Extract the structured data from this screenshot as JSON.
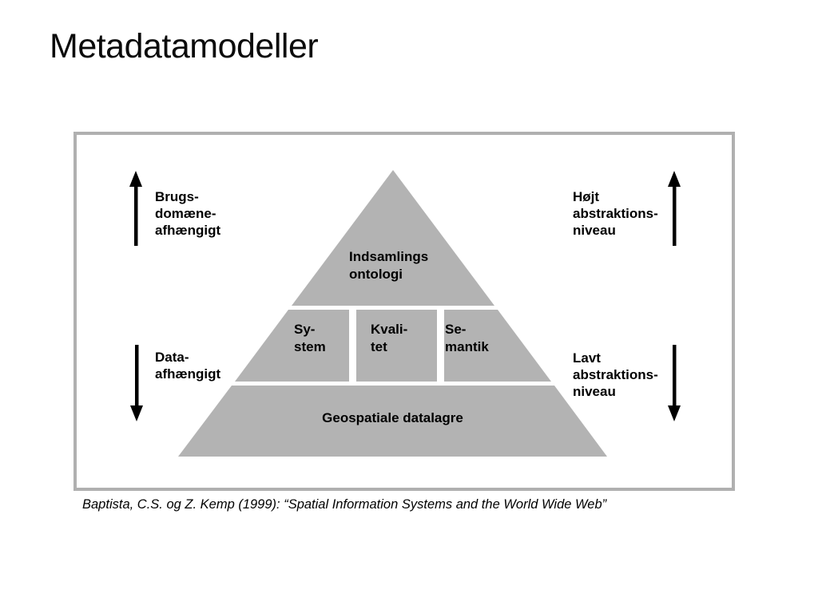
{
  "slide": {
    "title": "Metadatamodeller",
    "citation": "Baptista, C.S. og Z. Kemp (1999): “Spatial Information Systems and the World Wide Web”"
  },
  "annotations": {
    "left_top": "Brugs-\ndomæne-\nafhængigt",
    "left_bottom": "Data-\nafhængigt",
    "right_top": "Højt\nabstraktions-\nniveau",
    "right_bottom": "Lavt\nabstraktions-\nniveau"
  },
  "pyramid": {
    "top_level": "Indsamlings\nontologi",
    "middle_levels": [
      "Sy-\nstem",
      "Kvali-\ntet",
      "Se-\nmantik"
    ],
    "bottom_level": "Geospatiale datalagre"
  },
  "icons": {
    "left_top_arrow": "arrow-up",
    "left_bottom_arrow": "arrow-down",
    "right_top_arrow": "arrow-up",
    "right_bottom_arrow": "arrow-down"
  },
  "colors": {
    "pyramid_fill": "#b3b3b3",
    "frame_border": "#b0b0b0",
    "arrow": "#000000",
    "text": "#000000",
    "background": "#ffffff"
  }
}
